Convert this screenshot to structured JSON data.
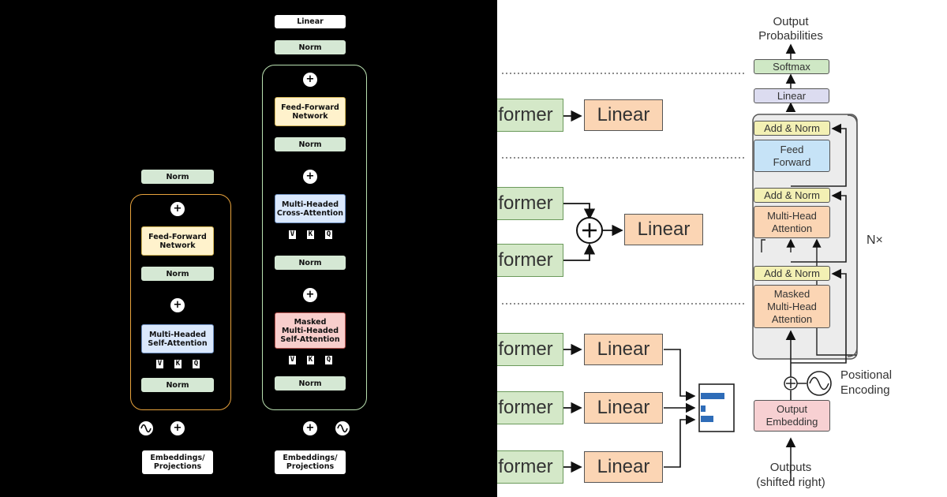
{
  "encoder": {
    "norm_top": "Norm",
    "ff": "Feed-Forward\nNetwork",
    "norm_mid": "Norm",
    "attention": "Multi-Headed\nSelf-Attention",
    "norm_bottom": "Norm",
    "vkq": [
      "V",
      "K",
      "Q"
    ],
    "embeddings": "Embeddings/\nProjections",
    "plus": "+"
  },
  "decoder": {
    "linear": "Linear",
    "norm_top": "Norm",
    "ff": "Feed-Forward\nNetwork",
    "norm_ff": "Norm",
    "cross": "Multi-Headed\nCross-Attention",
    "norm_cross": "Norm",
    "masked": "Masked\nMulti-Headed\nSelf-Attention",
    "norm_bottom": "Norm",
    "vkq": [
      "V",
      "K",
      "Q"
    ],
    "embeddings": "Embeddings/\nProjections",
    "plus": "+"
  },
  "heads": {
    "former": "former",
    "linear": "Linear"
  },
  "transformer": {
    "output_probabilities": "Output\nProbabilities",
    "softmax": "Softmax",
    "linear": "Linear",
    "add_norm": "Add & Norm",
    "feed_forward": "Feed\nForward",
    "multi_head_attention": "Multi-Head\nAttention",
    "masked_attention": "Masked\nMulti-Head\nAttention",
    "nx": "N×",
    "positional_encoding": "Positional\nEncoding",
    "output_embedding": "Output\nEmbedding",
    "outputs": "Outputs\n(shifted right)"
  },
  "colors": {
    "encoder_frame": "#e8a33d",
    "decoder_frame": "#b9e0b0",
    "norm": "#d5e8d4",
    "feed_forward": "#fff2cc",
    "attention": "#dae8fc",
    "masked": "#f8cecc",
    "former_green": "#d4e8c8",
    "linear_peach": "#fbd5b4",
    "softmax_green": "#cfe8c5",
    "linear_lavender": "#dcdcf0",
    "add_norm_yellow": "#f3f0b4",
    "ff_blue": "#c6e3f7",
    "block_gray": "#ececec",
    "output_embedding_pink": "#f7d0d2",
    "bar_blue": "#2e6cb8"
  },
  "icons": {
    "plus": "circled-plus-icon",
    "positional": "sine-wave-icon"
  }
}
